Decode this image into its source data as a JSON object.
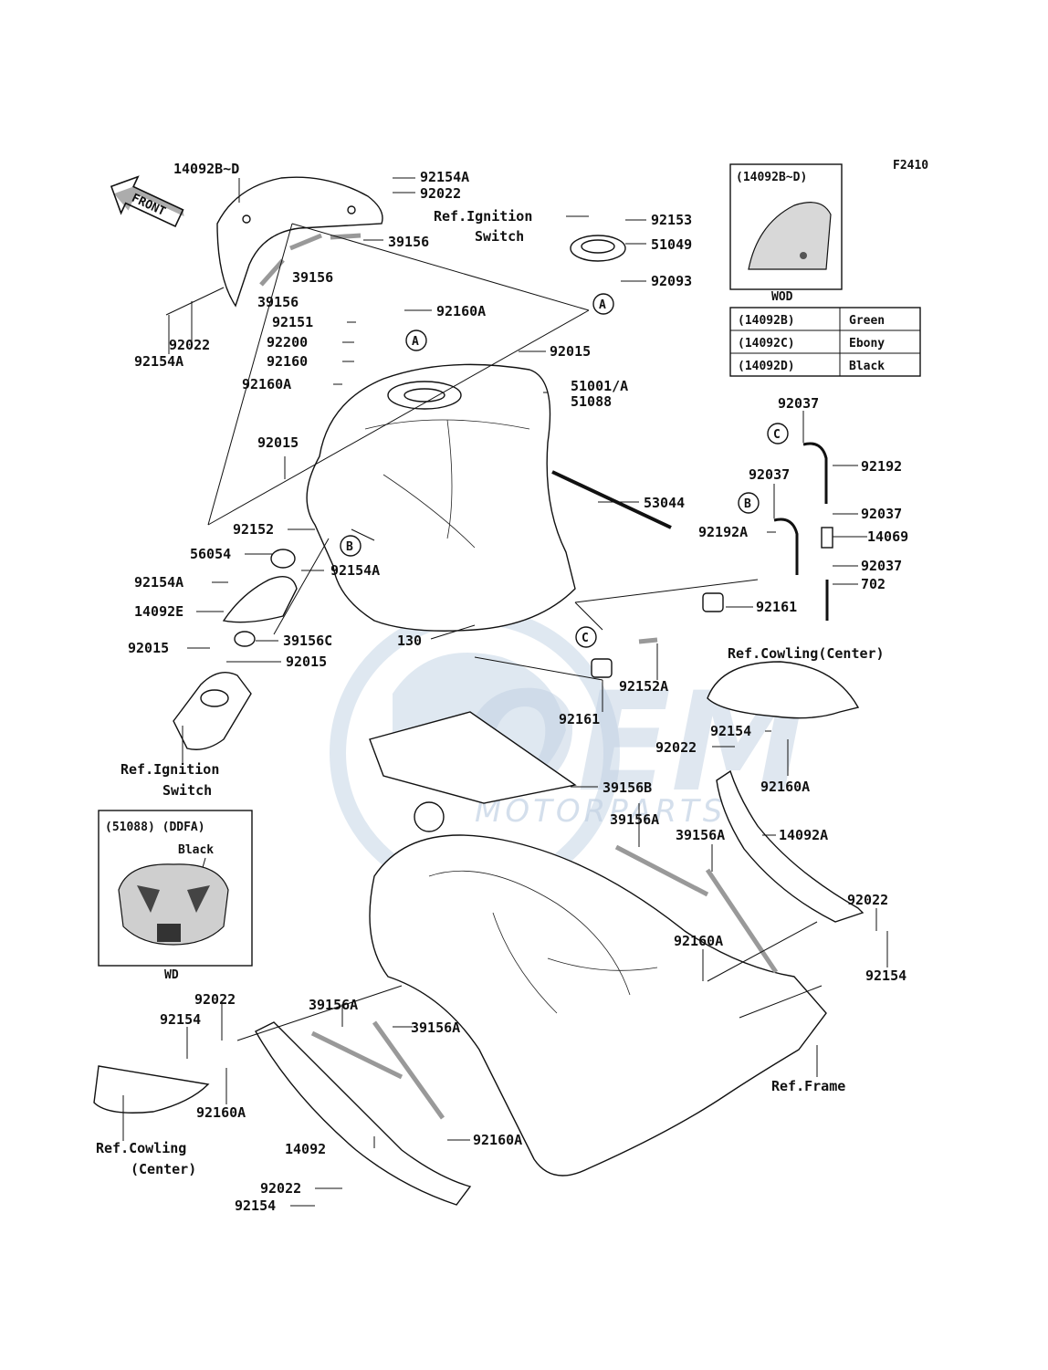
{
  "diagram": {
    "code": "F2410",
    "front_label": "FRONT",
    "watermark_brand": "OEM",
    "watermark_sub": "MOTORPARTS"
  },
  "callouts": {
    "A": "A",
    "B": "B",
    "C": "C"
  },
  "labels": {
    "p14092BD": "14092B~D",
    "p92154A_1": "92154A",
    "p92022_1": "92022",
    "p39156_1": "39156",
    "p39156_2": "39156",
    "p39156_3": "39156",
    "p92022_2": "92022",
    "p92154A_2": "92154A",
    "ref_ign_1": "Ref.Ignition",
    "ref_ign_1b": "Switch",
    "p92153": "92153",
    "p51049": "51049",
    "p92093": "92093",
    "p92160A_1": "92160A",
    "p92151": "92151",
    "p92200": "92200",
    "p92160": "92160",
    "p92160A_2": "92160A",
    "p92015_1": "92015",
    "p51001A": "51001/A",
    "p51088": "51088",
    "p92015_2": "92015",
    "p53044": "53044",
    "p92152": "92152",
    "p56054": "56054",
    "p92154A_3": "92154A",
    "p92154A_4": "92154A",
    "p14092E": "14092E",
    "p39156C": "39156C",
    "p92015_3": "92015",
    "p92015_4": "92015",
    "ref_ign_2": "Ref.Ignition",
    "ref_ign_2b": "Switch",
    "p130": "130",
    "p92161_1": "92161",
    "p92152A": "92152A",
    "p92161_2": "92161",
    "ref_cowl_1": "Ref.Cowling(Center)",
    "p92154_1": "92154",
    "p92022_3": "92022",
    "p92160A_3": "92160A",
    "p39156B": "39156B",
    "p39156A_1": "39156A",
    "p39156A_2": "39156A",
    "p14092A": "14092A",
    "p92022_4": "92022",
    "p92154_2": "92154",
    "p92160A_4": "92160A",
    "p92022_5": "92022",
    "p92154_3": "92154",
    "p39156A_3": "39156A",
    "p39156A_4": "39156A",
    "p92160A_5": "92160A",
    "ref_frame": "Ref.Frame",
    "ref_cowl_2": "Ref.Cowling",
    "ref_cowl_2b": "(Center)",
    "p14092": "14092",
    "p92160A_6": "92160A",
    "p92022_6": "92022",
    "p92154_4": "92154",
    "p92037_1": "92037",
    "p92192": "92192",
    "p92037_2": "92037",
    "p92192A": "92192A",
    "p92037_3": "92037",
    "p14069": "14069",
    "p92037_4": "92037",
    "p702": "702"
  },
  "inset_top": {
    "title": "(14092B~D)",
    "variant": "WOD"
  },
  "color_table": {
    "rows": [
      {
        "part": "(14092B)",
        "color": "Green"
      },
      {
        "part": "(14092C)",
        "color": "Ebony"
      },
      {
        "part": "(14092D)",
        "color": "Black"
      }
    ]
  },
  "inset_bottom": {
    "title": "(51088) (DDFA)",
    "color": "Black",
    "variant": "WD"
  }
}
